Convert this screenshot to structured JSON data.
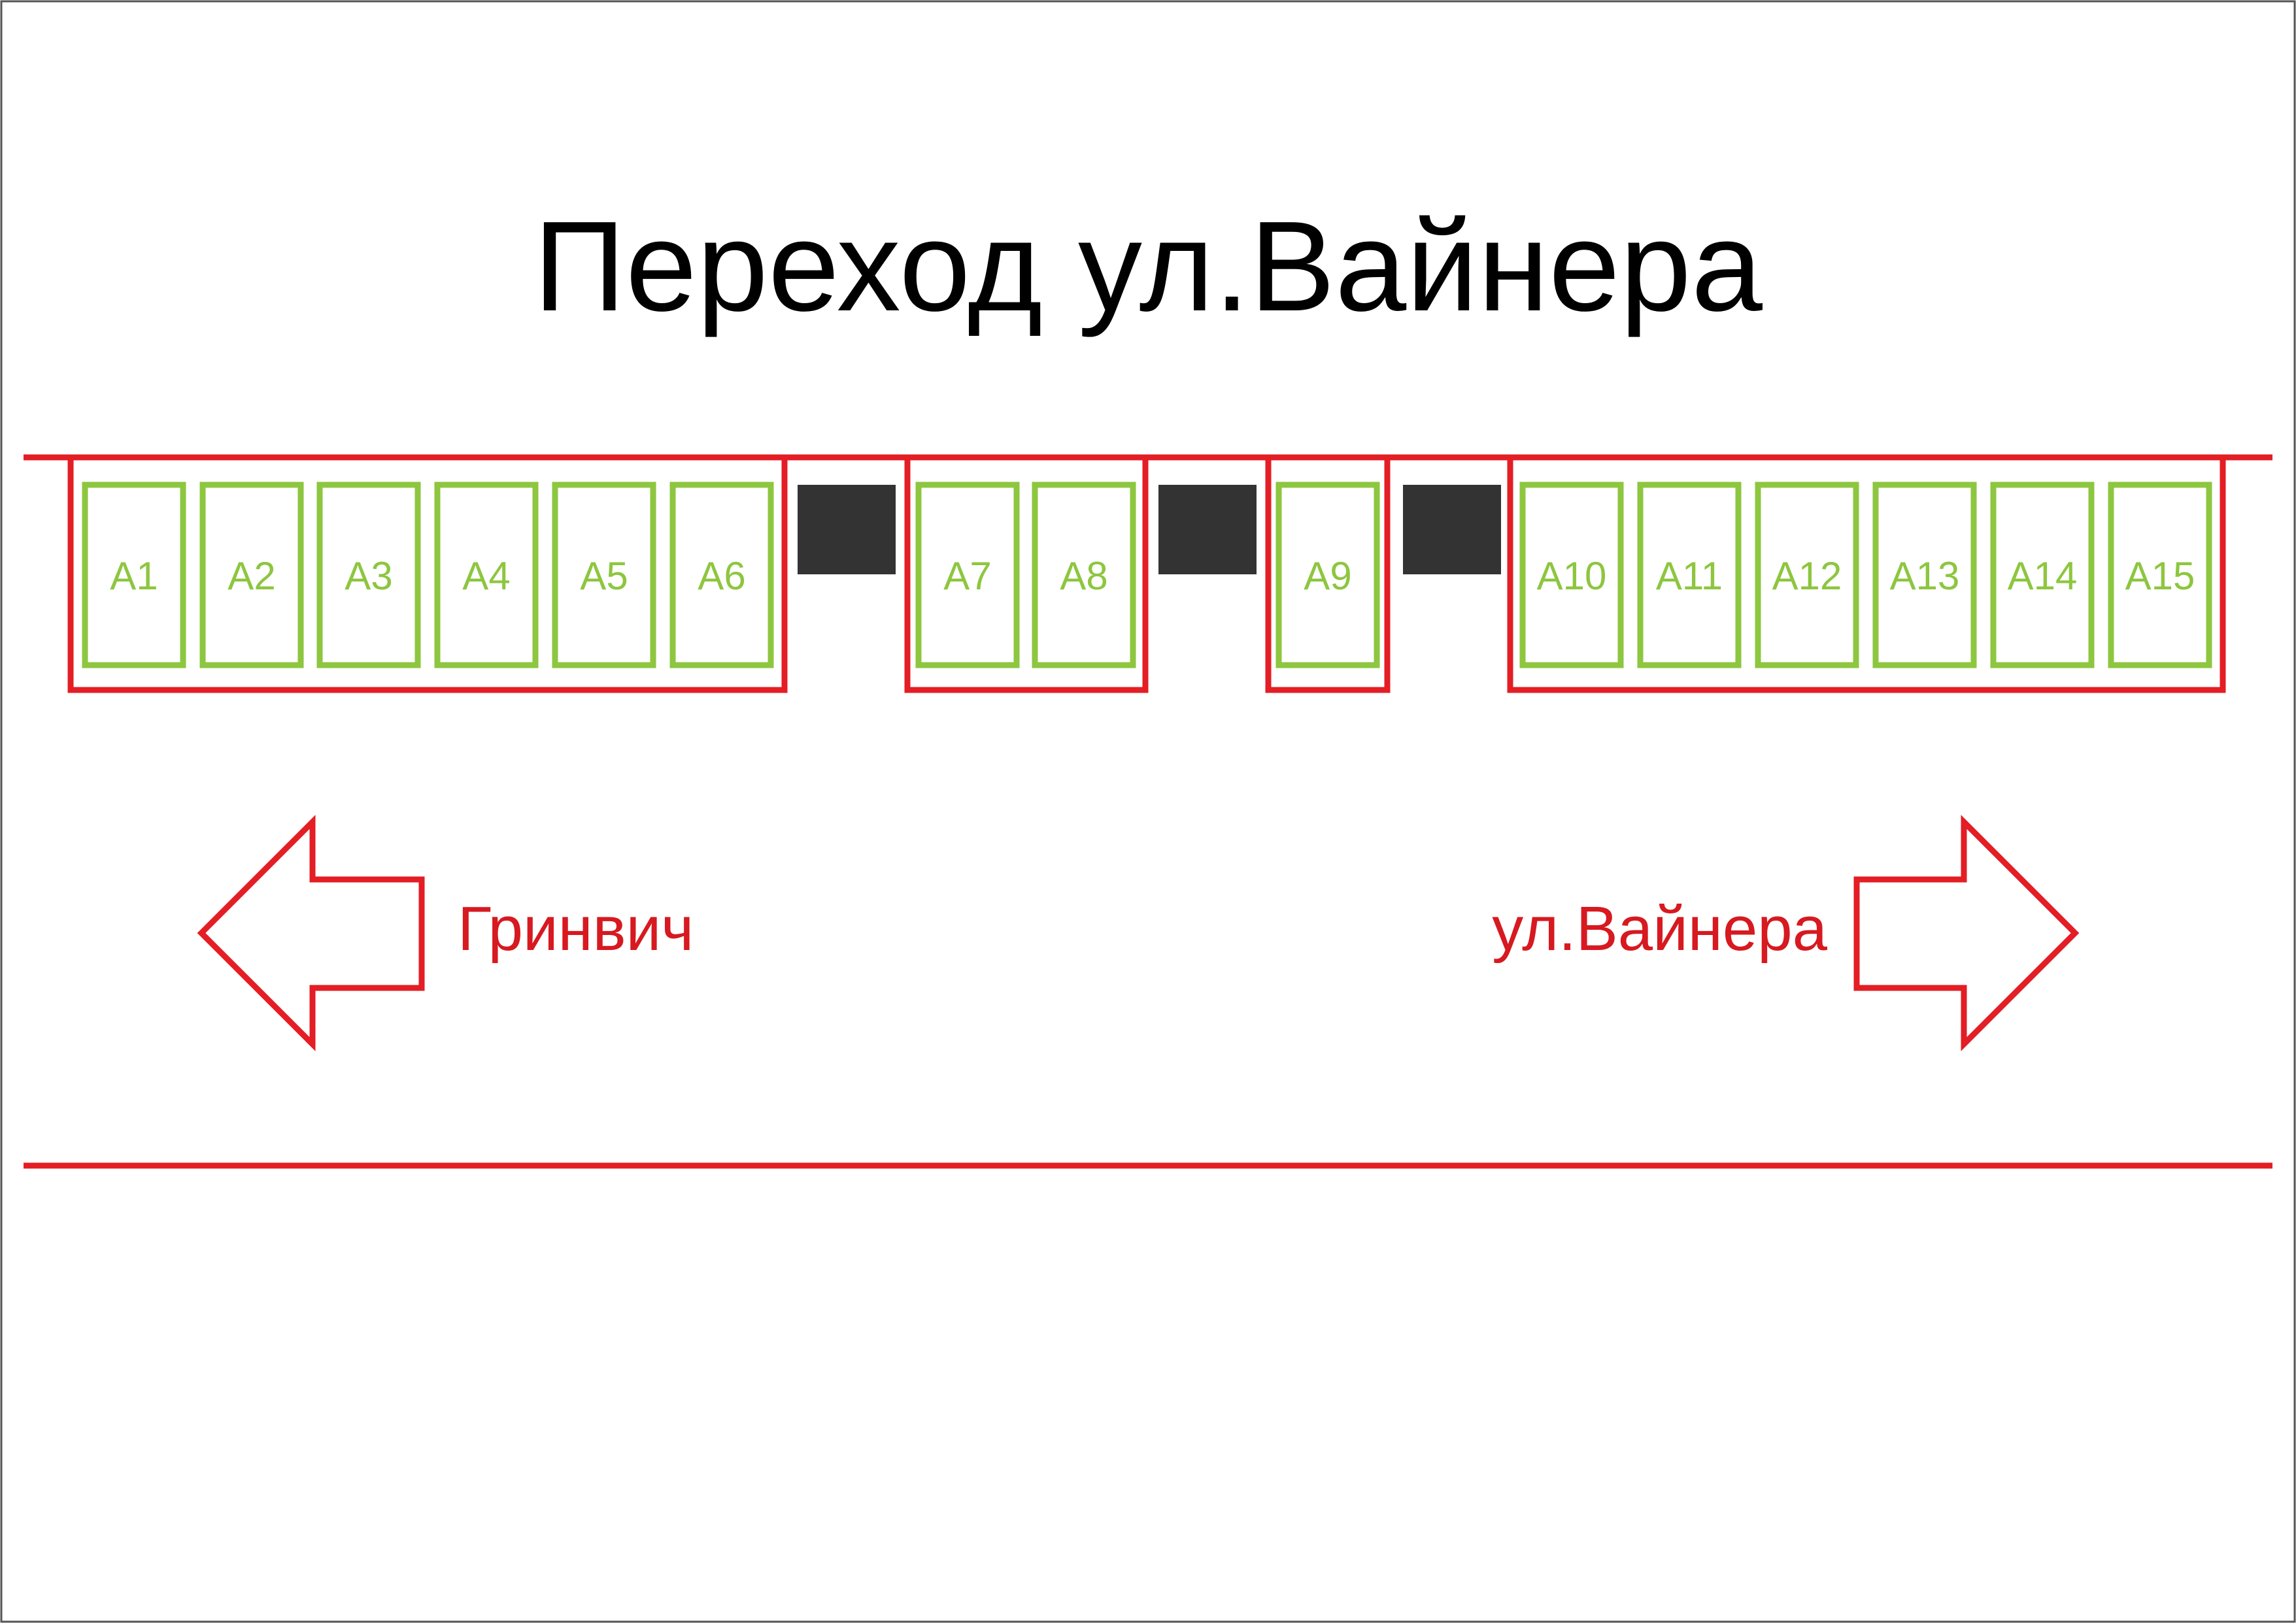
{
  "title": "Переход ул.Вайнера",
  "slots": [
    "A1",
    "A2",
    "A3",
    "A4",
    "A5",
    "A6",
    "A7",
    "A8",
    "A9",
    "A10",
    "A11",
    "A12",
    "A13",
    "A14",
    "A15"
  ],
  "directions": {
    "left": {
      "label": "Гринвич",
      "icon": "arrow-left-icon"
    },
    "right": {
      "label": "ул.Вайнера",
      "icon": "arrow-right-icon"
    }
  },
  "colors": {
    "frame": "#e31e24",
    "slot": "#8dc63f",
    "pillar": "#333333",
    "label": "#d71920"
  }
}
